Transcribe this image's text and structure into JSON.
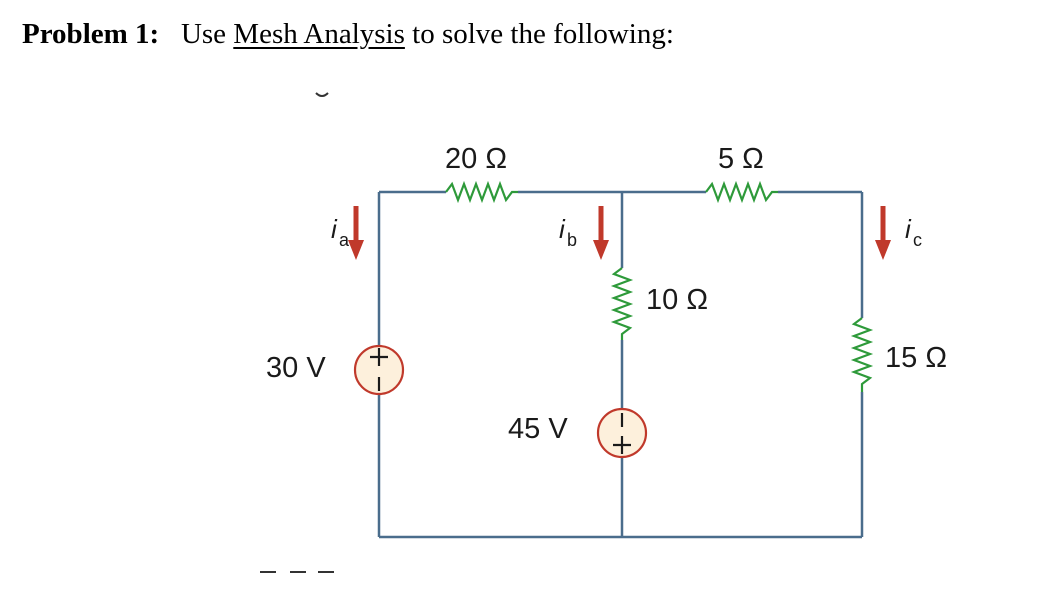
{
  "header": {
    "prefix": "Problem 1:",
    "text1": "Use",
    "link": "Mesh Analysis",
    "text2": "to solve the following:"
  },
  "circuit": {
    "r20": "20 Ω",
    "r5": "5 Ω",
    "r10": "10 Ω",
    "r15": "15 Ω",
    "v30": "30 V",
    "v45": "45 V",
    "ia_main": "i",
    "ia_sub": "a",
    "ib_main": "i",
    "ib_sub": "b",
    "ic_main": "i",
    "ic_sub": "c"
  },
  "colors": {
    "wire": "#4a6d8c",
    "resistor": "#2e9a3a",
    "current_arrow": "#c0392b",
    "source_fill": "#fdf0dc"
  }
}
